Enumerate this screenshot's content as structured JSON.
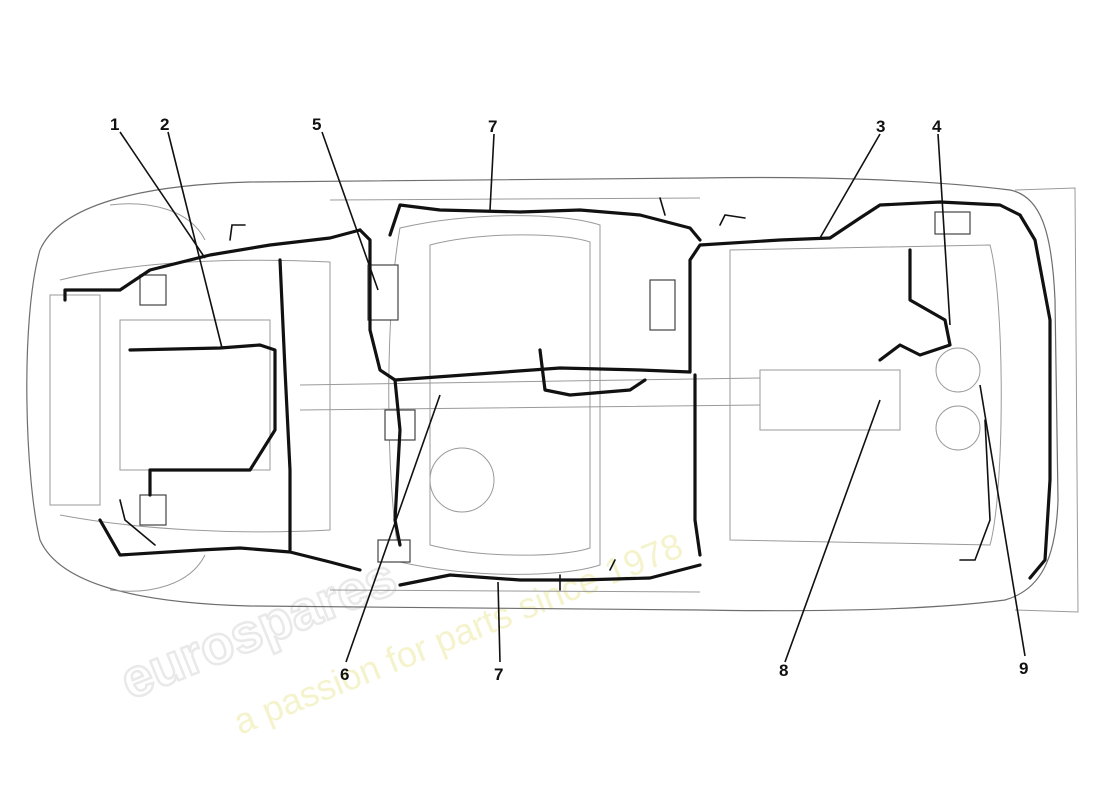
{
  "callouts": [
    {
      "id": "1",
      "label": "1"
    },
    {
      "id": "2",
      "label": "2"
    },
    {
      "id": "3",
      "label": "3"
    },
    {
      "id": "4",
      "label": "4"
    },
    {
      "id": "5",
      "label": "5"
    },
    {
      "id": "6",
      "label": "6"
    },
    {
      "id": "7a",
      "label": "7"
    },
    {
      "id": "7b",
      "label": "7"
    },
    {
      "id": "8",
      "label": "8"
    },
    {
      "id": "9",
      "label": "9"
    }
  ],
  "watermark": {
    "brand": "eurospares",
    "slogan": "a passion for parts since 1978"
  },
  "colors": {
    "harness": "#111111",
    "outline": "#9a9a9a",
    "watermark": "#e9e9e9",
    "slogan": "#f3f1c4"
  }
}
